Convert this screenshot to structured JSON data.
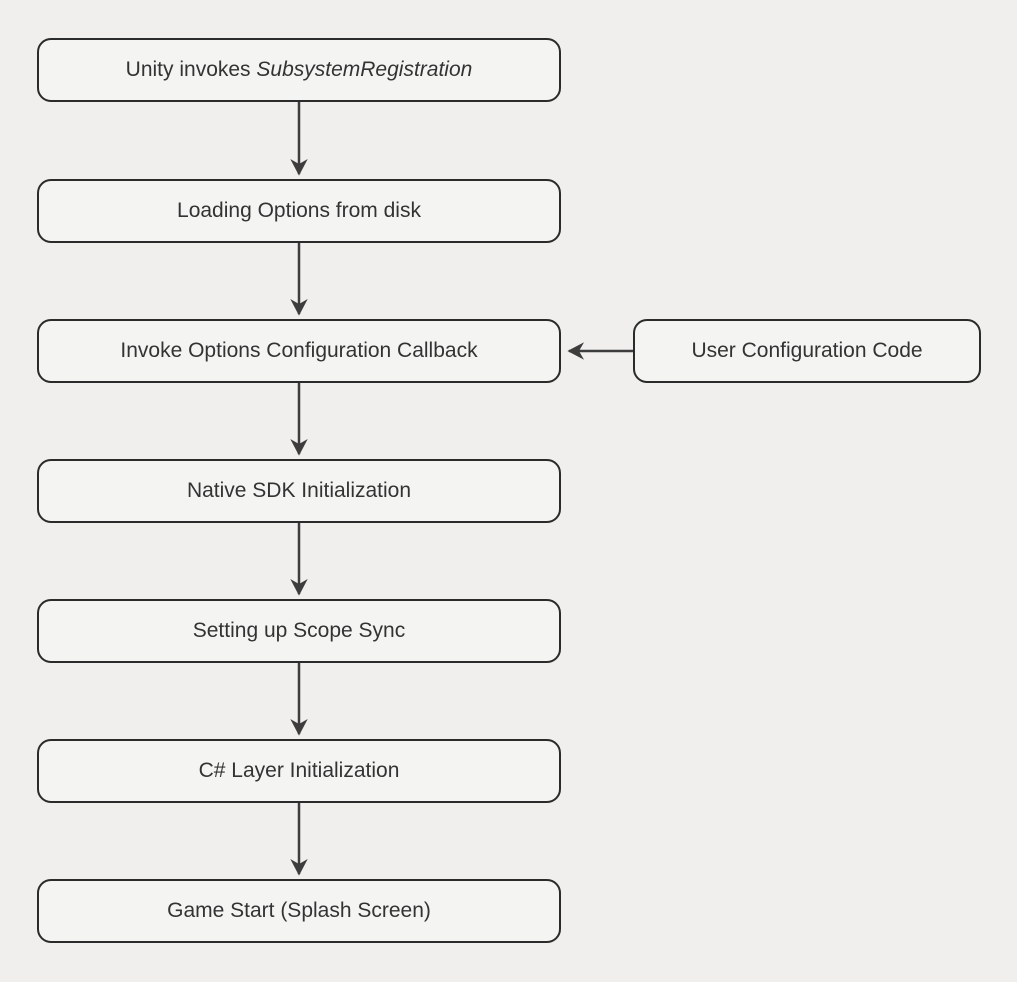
{
  "diagram": {
    "type": "flowchart",
    "direction": "top-down",
    "colors": {
      "background": "#f0efed",
      "node_fill": "#f4f4f2",
      "node_border": "#2b2b2b",
      "text": "#333333",
      "arrow": "#3d3d3d"
    },
    "nodes": [
      {
        "id": "unity-invokes",
        "label_prefix": "Unity invokes ",
        "label_italic": "SubsystemRegistration"
      },
      {
        "id": "loading-options",
        "label": "Loading Options from disk"
      },
      {
        "id": "invoke-options-callback",
        "label": "Invoke Options Configuration Callback"
      },
      {
        "id": "user-configuration-code",
        "label": "User Configuration Code"
      },
      {
        "id": "native-sdk-init",
        "label": "Native SDK Initialization"
      },
      {
        "id": "scope-sync",
        "label": "Setting up Scope Sync"
      },
      {
        "id": "csharp-layer-init",
        "label": "C# Layer Initialization"
      },
      {
        "id": "game-start",
        "label": "Game Start (Splash Screen)"
      }
    ],
    "edges": [
      {
        "from": "unity-invokes",
        "to": "loading-options"
      },
      {
        "from": "loading-options",
        "to": "invoke-options-callback"
      },
      {
        "from": "user-configuration-code",
        "to": "invoke-options-callback"
      },
      {
        "from": "invoke-options-callback",
        "to": "native-sdk-init"
      },
      {
        "from": "native-sdk-init",
        "to": "scope-sync"
      },
      {
        "from": "scope-sync",
        "to": "csharp-layer-init"
      },
      {
        "from": "csharp-layer-init",
        "to": "game-start"
      }
    ]
  }
}
